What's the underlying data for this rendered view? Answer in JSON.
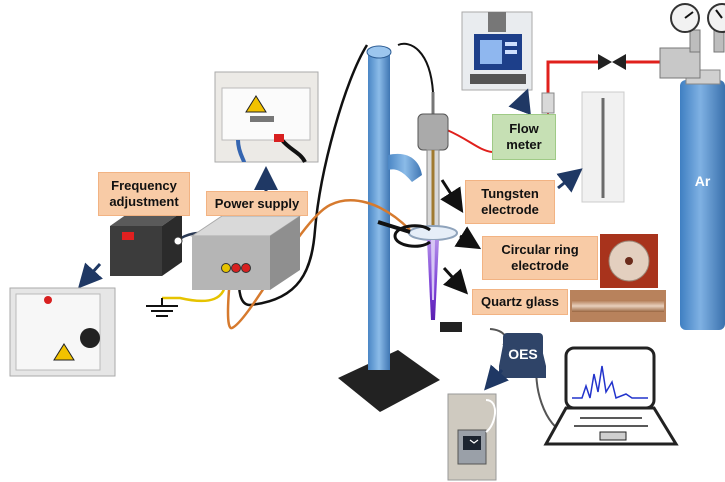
{
  "labels": {
    "frequency_adjustment": "Frequency adjustment",
    "power_supply": "Power supply",
    "flow_meter": "Flow meter",
    "tungsten_electrode": "Tungsten electrode",
    "circular_ring_electrode": "Circular ring electrode",
    "quartz_glass": "Quartz glass",
    "ar": "Ar",
    "oes": "OES"
  },
  "colors": {
    "label_orange": "#f8cba6",
    "label_green": "#c6e0b4",
    "stand_blue": "#5b9bd5",
    "cylinder_blue": "#5b9bd5",
    "arrow_navy": "#1f3864",
    "gas_line": "#e0201c",
    "cable_orange": "#d67a2e",
    "cable_yellow": "#e6c300",
    "plasma_purple": "#8a2be2"
  }
}
